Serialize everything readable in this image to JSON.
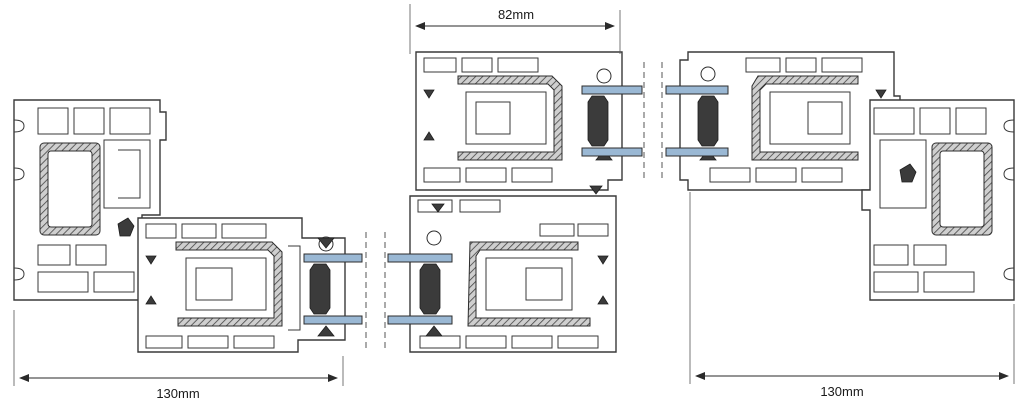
{
  "dimensions": {
    "left": "130mm",
    "center": "82mm",
    "right": "130mm"
  },
  "colors": {
    "glass": "#9ab8d4",
    "gasket": "#3b3b3b",
    "outline": "#3a3a3a",
    "reinforcement_hatch": "#555555"
  }
}
